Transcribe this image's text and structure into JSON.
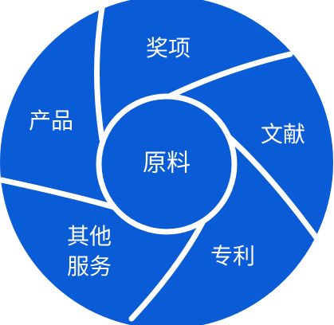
{
  "colors": {
    "segment_fill": "#0a5bd6",
    "separator": "#ffffff",
    "text": "#ffffff",
    "background": "#ffffff"
  },
  "diagram": {
    "center": {
      "label": "原料"
    },
    "segments": [
      {
        "id": "awards",
        "label": "奖项"
      },
      {
        "id": "literature",
        "label": "文献"
      },
      {
        "id": "patent",
        "label": "专利"
      },
      {
        "id": "other-services",
        "label": "其他\n服务"
      },
      {
        "id": "products",
        "label": "产品"
      }
    ]
  }
}
